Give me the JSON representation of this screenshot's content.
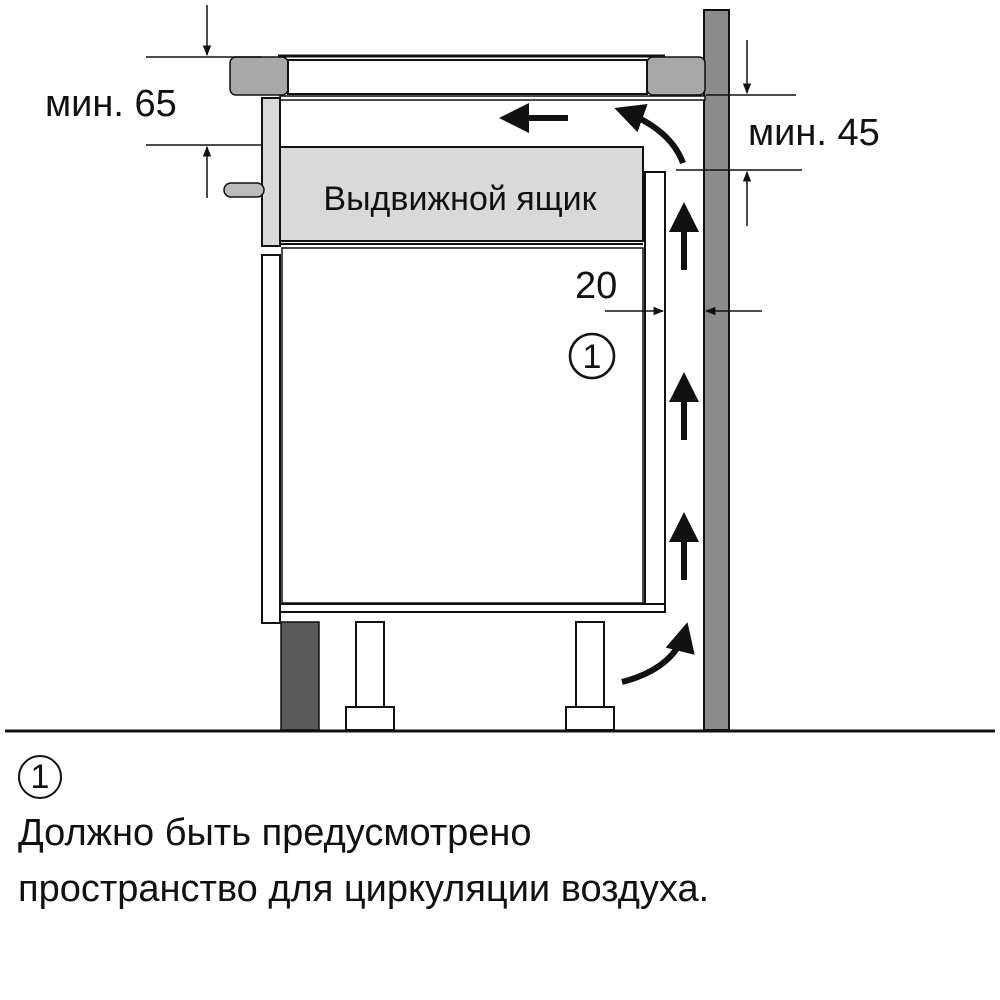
{
  "dimensions": {
    "top_clearance": "мин. 65",
    "wall_gap_top": "мин. 45",
    "rear_gap": "20"
  },
  "drawer": {
    "label": "Выдвижной ящик"
  },
  "callout_marker": "1",
  "legend": {
    "marker": "1",
    "note_line1": "Должно быть предусмотрено",
    "note_line2": "пространство для циркуляции воздуха."
  },
  "colors": {
    "wall": "#8c8c8c",
    "hob_frame": "#a8a8a8",
    "drawer_fill": "#d9d9d9",
    "plinth": "#595959",
    "line": "#111111"
  },
  "icons": [
    "arrow-up-icon",
    "arrow-left-icon",
    "curved-arrow-icon",
    "dimension-arrow-icon"
  ]
}
